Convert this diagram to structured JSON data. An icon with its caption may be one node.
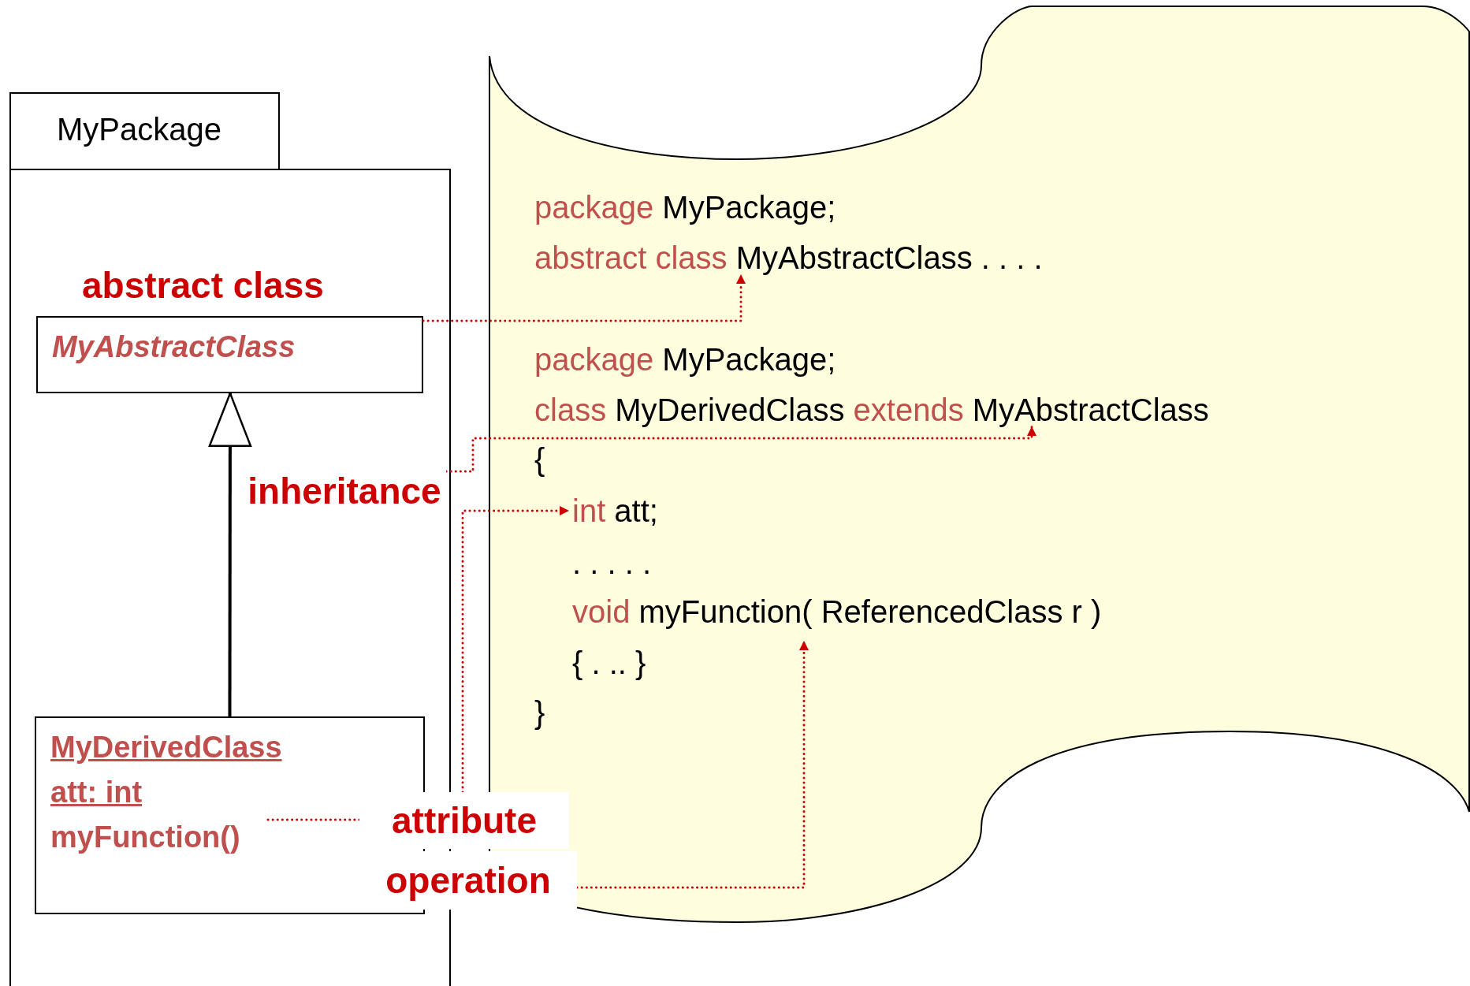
{
  "diagram": {
    "nodes": [
      {
        "text": [
          "MyPackage"
        ]
      },
      {
        "text": [
          "MyAbstractClass"
        ],
        "beside": [
          "abstract class"
        ],
        "in": 0
      },
      {
        "text": [
          "inheritance"
        ],
        "in": 0
      },
      {
        "text": [
          "MyDerivedClass",
          "att: int",
          "myFunction()"
        ],
        "in": 0
      },
      {
        "text": [
          "attribute"
        ]
      },
      {
        "text": [
          "operation"
        ]
      },
      {
        "text": [
          "package MyPackage;",
          "abstract class MyAbstractClass . . . .",
          "package MyPackage;",
          "class MyDerivedClass extends MyAbstractClass",
          "{",
          "int att;",
          ". . . . .",
          "void myFunction( ReferencedClass r )",
          "{ . .. }",
          "}"
        ]
      }
    ],
    "edges": [
      {
        "from": 3,
        "to": 1,
        "arrow": "to",
        "color": "#000000"
      },
      {
        "from": 1,
        "to": 6,
        "arrow": "to",
        "style": "dashed"
      },
      {
        "from": 2,
        "to": 6,
        "arrow": "to",
        "style": "dashed"
      },
      {
        "from": 4,
        "to": 6,
        "arrow": "to",
        "style": "dashed"
      },
      {
        "from": 4,
        "to": 3,
        "arrow": "none",
        "style": "dashed"
      },
      {
        "from": 5,
        "to": 6,
        "arrow": "to",
        "style": "dashed"
      }
    ]
  }
}
